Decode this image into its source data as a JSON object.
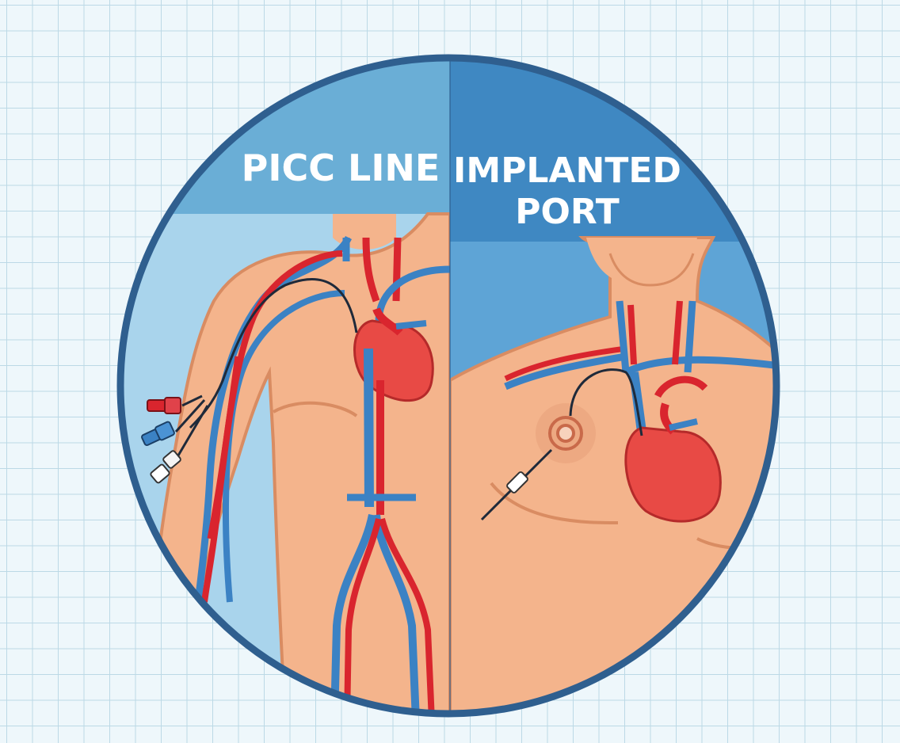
{
  "panels": {
    "left": {
      "title": "PICC LINE"
    },
    "right": {
      "title_line1": "IMPLANTED",
      "title_line2": "PORT"
    }
  },
  "colors": {
    "artery": "#d9252e",
    "vein": "#3b82c4",
    "skin": "#f4b48c",
    "skin_outline": "#d98c62",
    "heart": "#e84a45",
    "header_left": "#6aaed6",
    "header_right": "#3f88c2",
    "ring": "#2f5f8f",
    "background": "#eef7fb"
  }
}
